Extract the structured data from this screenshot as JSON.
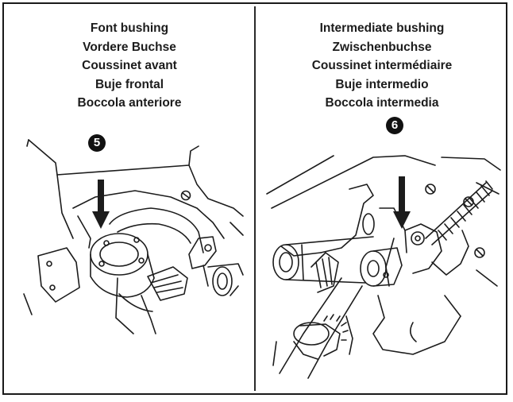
{
  "panels": [
    {
      "step": "5",
      "labels": [
        "Font bushing",
        "Vordere Buchse",
        "Coussinet avant",
        "Buje frontal",
        "Boccola anteriore"
      ]
    },
    {
      "step": "6",
      "labels": [
        "Intermediate bushing",
        "Zwischenbuchse",
        "Coussinet intermédiaire",
        "Buje intermedio",
        "Boccola intermedia"
      ]
    }
  ],
  "colors": {
    "ink": "#1c1c1c",
    "paper": "#ffffff"
  }
}
